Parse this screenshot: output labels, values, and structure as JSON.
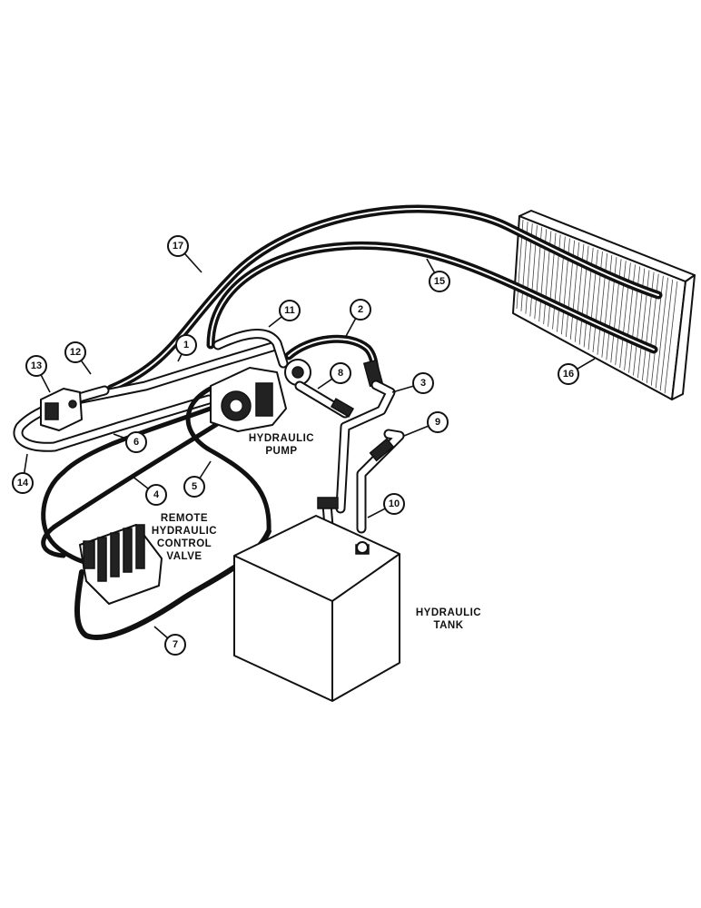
{
  "components": {
    "pump_label_lines": [
      "HYDRAULIC",
      "PUMP"
    ],
    "valve_label_lines": [
      "REMOTE",
      "HYDRAULIC",
      "CONTROL",
      "VALVE"
    ],
    "tank_label_lines": [
      "HYDRAULIC",
      "TANK"
    ]
  },
  "callouts": [
    "1",
    "2",
    "3",
    "4",
    "5",
    "6",
    "7",
    "8",
    "9",
    "10",
    "11",
    "12",
    "13",
    "14",
    "15",
    "16",
    "17"
  ]
}
